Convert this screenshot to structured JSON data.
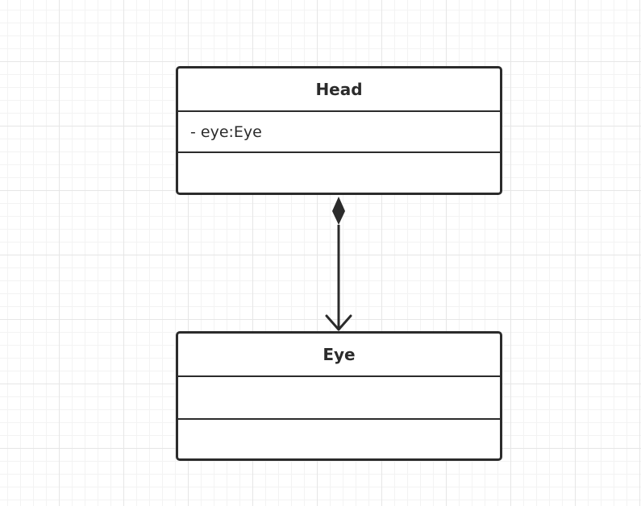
{
  "diagram": {
    "classes": [
      {
        "name": "Head",
        "attributes": [
          "- eye:Eye"
        ],
        "operations": []
      },
      {
        "name": "Eye",
        "attributes": [],
        "operations": []
      }
    ],
    "relationship": {
      "type": "composition",
      "from": "Head",
      "to": "Eye",
      "navigable": true
    },
    "colors": {
      "stroke": "#2b2b2b",
      "grid": "#e6e6e6",
      "background": "#ffffff"
    }
  }
}
